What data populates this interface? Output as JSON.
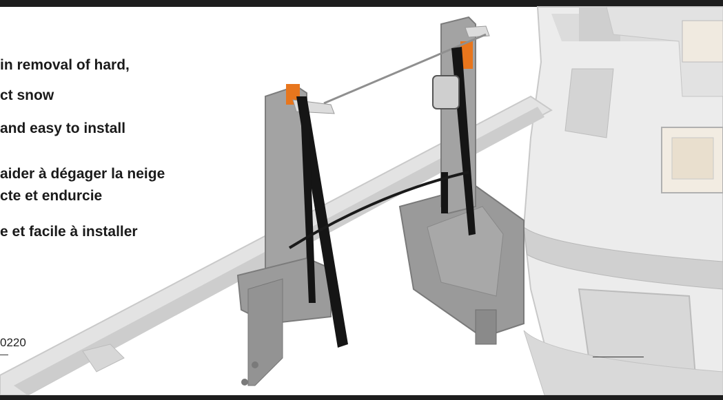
{
  "features": {
    "en_1": "in removal of hard,",
    "en_2": "ct snow",
    "en_3": "and easy to install",
    "fr_1": "aider à dégager la neige",
    "fr_2": "cte et endurcie",
    "fr_3": "e et facile à installer"
  },
  "part_number": "0220",
  "colors": {
    "frame": "#2a2a2a",
    "metal": "#b9b9b9",
    "strap": "#151515",
    "tag": "#e8761d",
    "truck": "#e6e6e6"
  }
}
